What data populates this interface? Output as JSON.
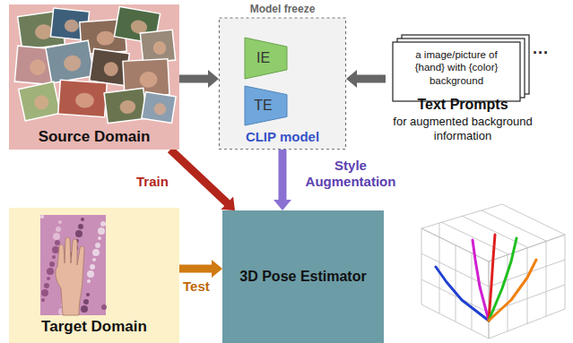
{
  "diagram": {
    "nodes": [
      {
        "text": [
          "Source Domain"
        ]
      },
      {
        "text": [
          "Model freeze",
          "CLIP model"
        ]
      },
      {
        "text": [
          "IE"
        ],
        "in": 1
      },
      {
        "text": [
          "TE"
        ],
        "in": 1
      },
      {
        "text": [
          "a image/picture of {hand} with {color} background",
          "Text Prompts",
          "for augmented background information"
        ]
      },
      {
        "text": [
          "Target Domain"
        ]
      },
      {
        "text": [
          "3D Pose Estimator"
        ]
      }
    ],
    "edges": [
      {
        "from": 0,
        "to": 1,
        "arrow": "to"
      },
      {
        "from": 4,
        "to": 1,
        "arrow": "to"
      },
      {
        "from": 0,
        "to": 6,
        "arrow": "to",
        "label": "Train"
      },
      {
        "from": 1,
        "to": 6,
        "arrow": "to",
        "label": "Style Augmentation"
      },
      {
        "from": 5,
        "to": 6,
        "arrow": "to",
        "label": "Test"
      },
      {
        "from": 2,
        "to": 3,
        "arrow": "none"
      }
    ],
    "labels": [
      "..."
    ]
  }
}
